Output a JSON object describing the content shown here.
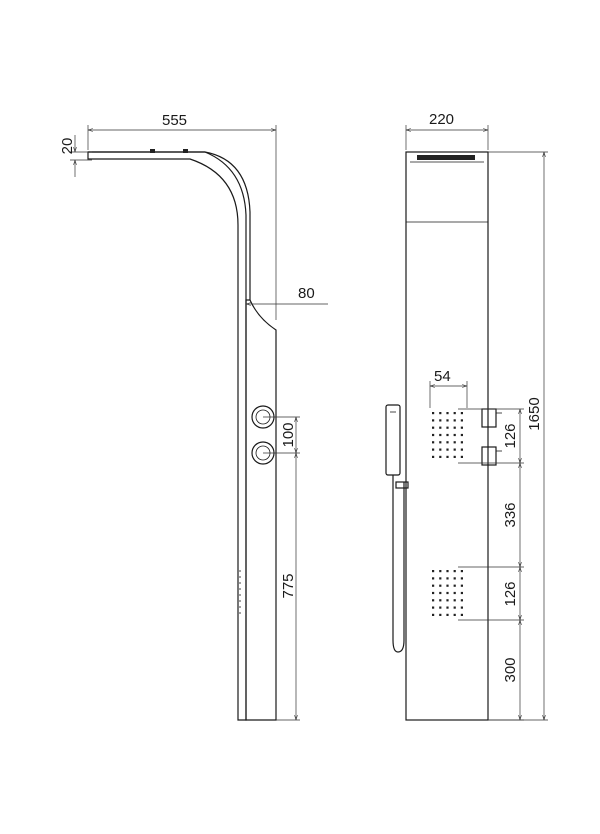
{
  "dimensions": {
    "side_head_width": "555",
    "side_head_thickness": "20",
    "side_panel_depth": "80",
    "side_knob_spacing": "100",
    "side_knob_height": "775",
    "front_width": "220",
    "front_total_height": "1650",
    "front_jet_width": "54",
    "front_upper_jet_height": "126",
    "front_jet_gap": "336",
    "front_lower_jet_height": "126",
    "front_bottom_offset": "300"
  }
}
